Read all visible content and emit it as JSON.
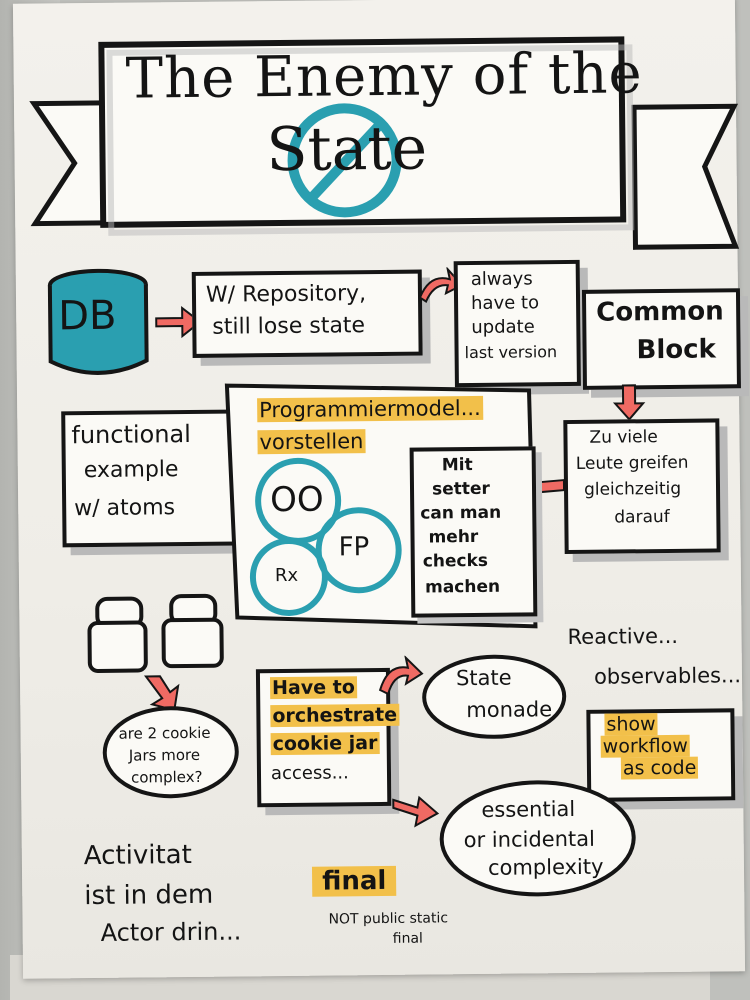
{
  "banner": {
    "line1": "The Enemy of the",
    "line2": "State"
  },
  "notes": {
    "db": "DB",
    "repository": [
      "W/ Repository,",
      "still lose state"
    ],
    "always_update": [
      "always",
      "have to",
      "update",
      "last version"
    ],
    "common_block": [
      "Common",
      "Block"
    ],
    "functional_example": [
      "functional",
      "example",
      "w/ atoms"
    ],
    "programming_model": [
      "Programmiermodel...",
      "vorstellen"
    ],
    "oo": "OO",
    "fp": "FP",
    "rx": "Rx",
    "setter": [
      "Mit",
      "setter",
      "can man",
      "mehr",
      "checks",
      "machen"
    ],
    "zu_viele": [
      "Zu viele",
      "Leute greifen",
      "gleichzeitig",
      "darauf"
    ],
    "reactive": "Reactive...",
    "observables": "observables...",
    "cookie_question": [
      "are 2 cookie",
      "Jars more",
      "complex?"
    ],
    "orchestrate": [
      "Have to",
      "orchestrate",
      "cookie jar",
      "access..."
    ],
    "state_monade": [
      "State",
      "monade"
    ],
    "show_workflow": [
      "show",
      "workflow",
      "as code"
    ],
    "essential": [
      "essential",
      "or incidental",
      "complexity"
    ],
    "activitat": [
      "Activitat",
      "ist in dem",
      "Actor drin..."
    ],
    "final": "final",
    "not_public": [
      "NOT public static",
      "final"
    ]
  },
  "colors": {
    "teal": "#2a9fb0",
    "salmon": "#f06a63",
    "highlight": "#f2c04a",
    "ink": "#141414"
  }
}
